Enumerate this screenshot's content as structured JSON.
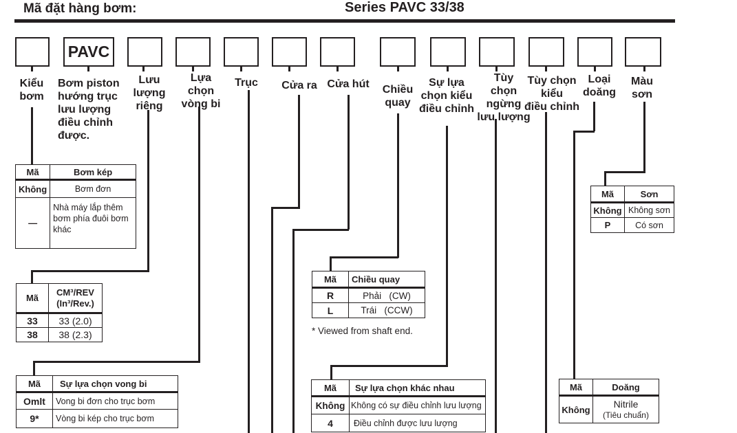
{
  "header": {
    "title": "Mã đặt hàng bơm:",
    "series": "Series PAVC 33/38"
  },
  "code_boxes": [
    {
      "value": ""
    },
    {
      "value": "PAVC"
    },
    {
      "value": ""
    },
    {
      "value": ""
    },
    {
      "value": ""
    },
    {
      "value": ""
    },
    {
      "value": ""
    },
    {
      "value": ""
    },
    {
      "value": ""
    },
    {
      "value": ""
    },
    {
      "value": ""
    },
    {
      "value": ""
    },
    {
      "value": ""
    }
  ],
  "labels": [
    {
      "lines": [
        "Kiểu",
        "bơm"
      ]
    },
    {
      "lines": [
        "Bơm piston",
        "hướng trục",
        "lưu lượng",
        "điều chỉnh",
        "được."
      ]
    },
    {
      "lines": [
        "Lưu",
        "lượng",
        "riêng"
      ]
    },
    {
      "lines": [
        "Lựa",
        "chọn",
        "vòng bi"
      ]
    },
    {
      "lines": [
        "Trục"
      ]
    },
    {
      "lines": [
        "Cửa ra"
      ]
    },
    {
      "lines": [
        "Cửa hút"
      ]
    },
    {
      "lines": [
        "Chiều",
        "quay"
      ]
    },
    {
      "lines": [
        "Sự lựa",
        "chọn kiểu",
        "điều chỉnh"
      ]
    },
    {
      "lines": [
        "Tùy",
        "chọn",
        "ngừng",
        "lưu lượng"
      ]
    },
    {
      "lines": [
        "Tùy chọn",
        "kiểu",
        "điều chỉnh"
      ]
    },
    {
      "lines": [
        "Loại",
        "doăng"
      ]
    },
    {
      "lines": [
        "Màu",
        "sơn"
      ]
    }
  ],
  "tables": {
    "double_pump": {
      "headers": [
        "Mã",
        "Bơm kép"
      ],
      "rows": [
        [
          "Không",
          "Bơm đơn"
        ],
        [
          "—",
          "Nhà máy lắp thêm bơm phía đuôi bơm khác"
        ]
      ]
    },
    "displacement": {
      "headers": [
        "Mã",
        "CM³/REV",
        "(In³/Rev.)"
      ],
      "rows": [
        [
          "33",
          "33  (2.0)"
        ],
        [
          "38",
          "38  (2.3)"
        ]
      ]
    },
    "bearing": {
      "headers": [
        "Mã",
        "Sự lựa chọn vong bi"
      ],
      "rows": [
        [
          "Omlt",
          "Vong bi đơn cho trục bơm"
        ],
        [
          "9*",
          "Vòng bi kép cho trục bơm"
        ]
      ]
    },
    "rotation": {
      "headers": [
        "Mã",
        "Chiều quay"
      ],
      "rows": [
        [
          "R",
          "Phải   (CW)"
        ],
        [
          "L",
          "Trái   (CCW)"
        ]
      ],
      "note": "* Viewed from shaft end."
    },
    "control": {
      "headers": [
        "Mã",
        "Sự lựa chọn khác nhau"
      ],
      "rows": [
        [
          "Không",
          "Không có sự điều chỉnh lưu lượng"
        ],
        [
          "4",
          "Điều chỉnh được lưu lượng"
        ]
      ]
    },
    "paint": {
      "headers": [
        "Mã",
        "Sơn"
      ],
      "rows": [
        [
          "Không",
          "Không sơn"
        ],
        [
          "P",
          "Có sơn"
        ]
      ]
    },
    "seal": {
      "headers": [
        "Mã",
        "Doăng"
      ],
      "rows": [
        [
          "Không",
          "Nitrile",
          "(Tiêu chuẩn)"
        ]
      ]
    }
  }
}
